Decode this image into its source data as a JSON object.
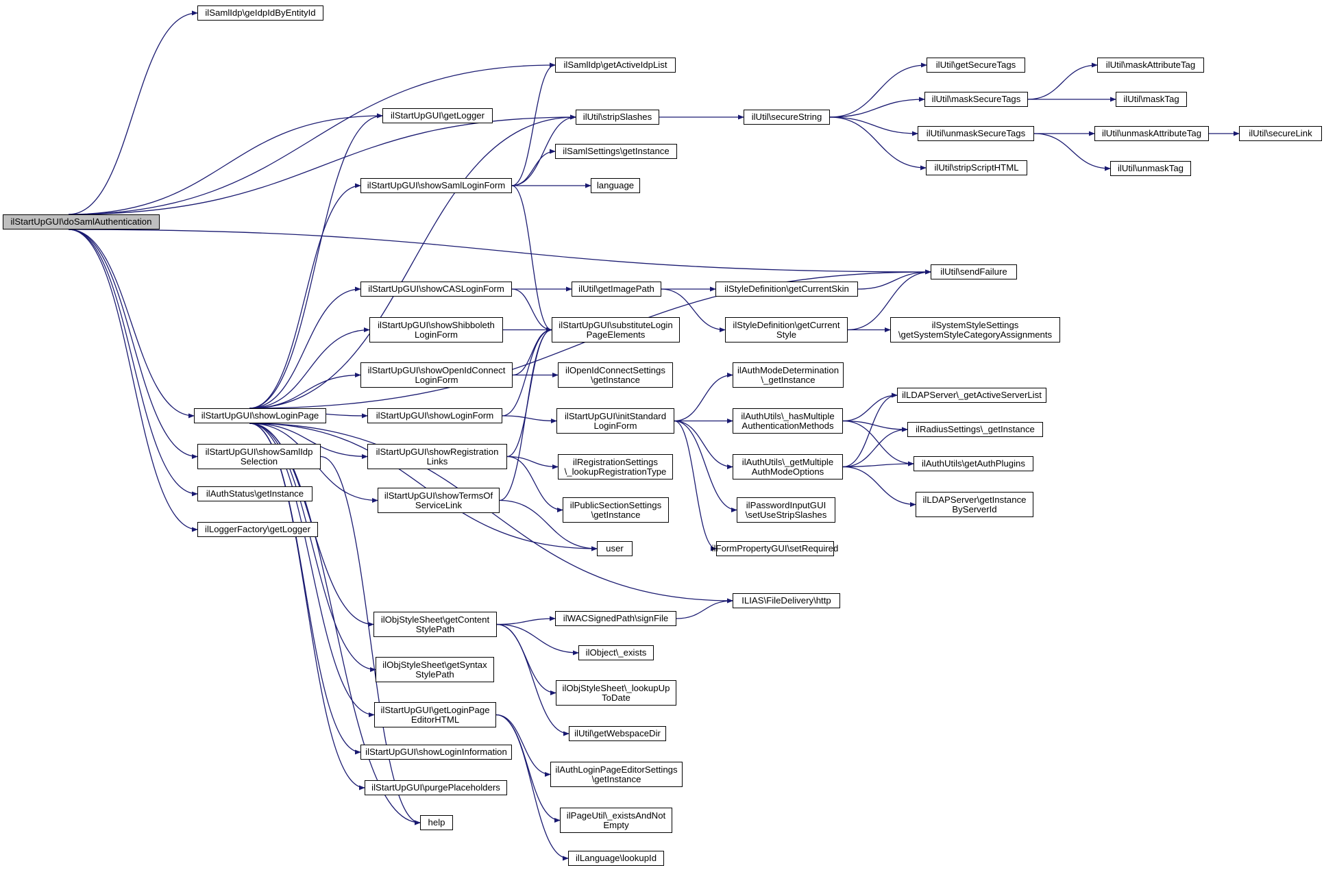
{
  "graph": {
    "colors": {
      "edge": "#191970",
      "node_border": "#000000",
      "root_fill": "#bfbfbf",
      "node_fill": "#ffffff"
    },
    "nodes": [
      {
        "id": "root",
        "lines": [
          "ilStartUpGUI\\doSamlAuthentication"
        ],
        "root": true
      },
      {
        "id": "n1",
        "lines": [
          "ilSamlIdp\\geIdpIdByEntityId"
        ]
      },
      {
        "id": "n2",
        "lines": [
          "ilSamlIdp\\getActiveIdpList"
        ]
      },
      {
        "id": "n3",
        "lines": [
          "ilStartUpGUI\\getLogger"
        ]
      },
      {
        "id": "n4",
        "lines": [
          "ilUtil\\stripSlashes"
        ]
      },
      {
        "id": "n5",
        "lines": [
          "ilSamlSettings\\getInstance"
        ]
      },
      {
        "id": "n6",
        "lines": [
          "ilStartUpGUI\\showSamlLoginForm"
        ]
      },
      {
        "id": "n7",
        "lines": [
          "language"
        ]
      },
      {
        "id": "n8",
        "lines": [
          "ilUtil\\secureString"
        ]
      },
      {
        "id": "n9",
        "lines": [
          "ilUtil\\getSecureTags"
        ]
      },
      {
        "id": "n10",
        "lines": [
          "ilUtil\\maskSecureTags"
        ]
      },
      {
        "id": "n11",
        "lines": [
          "ilUtil\\unmaskSecureTags"
        ]
      },
      {
        "id": "n12",
        "lines": [
          "ilUtil\\stripScriptHTML"
        ]
      },
      {
        "id": "n13",
        "lines": [
          "ilUtil\\maskAttributeTag"
        ]
      },
      {
        "id": "n14",
        "lines": [
          "ilUtil\\maskTag"
        ]
      },
      {
        "id": "n15",
        "lines": [
          "ilUtil\\unmaskAttributeTag"
        ]
      },
      {
        "id": "n16",
        "lines": [
          "ilUtil\\secureLink"
        ]
      },
      {
        "id": "n17",
        "lines": [
          "ilUtil\\unmaskTag"
        ]
      },
      {
        "id": "n18",
        "lines": [
          "ilUtil\\sendFailure"
        ]
      },
      {
        "id": "n19",
        "lines": [
          "ilStartUpGUI\\showCASLoginForm"
        ]
      },
      {
        "id": "n20",
        "lines": [
          "ilUtil\\getImagePath"
        ]
      },
      {
        "id": "n21",
        "lines": [
          "ilStyleDefinition\\getCurrentSkin"
        ]
      },
      {
        "id": "n22",
        "lines": [
          "ilStartUpGUI\\showShibboleth",
          "LoginForm"
        ]
      },
      {
        "id": "n23",
        "lines": [
          "ilStartUpGUI\\substituteLogin",
          "PageElements"
        ]
      },
      {
        "id": "n24",
        "lines": [
          "ilStyleDefinition\\getCurrent",
          "Style"
        ]
      },
      {
        "id": "n25",
        "lines": [
          "ilSystemStyleSettings",
          "\\getSystemStyleCategoryAssignments"
        ]
      },
      {
        "id": "n26",
        "lines": [
          "ilStartUpGUI\\showOpenIdConnect",
          "LoginForm"
        ]
      },
      {
        "id": "n27",
        "lines": [
          "ilOpenIdConnectSettings",
          "\\getInstance"
        ]
      },
      {
        "id": "n28",
        "lines": [
          "ilAuthModeDetermination",
          "\\_getInstance"
        ]
      },
      {
        "id": "n29",
        "lines": [
          "ilLDAPServer\\_getActiveServerList"
        ]
      },
      {
        "id": "n30",
        "lines": [
          "ilStartUpGUI\\showLoginPage"
        ]
      },
      {
        "id": "n31",
        "lines": [
          "ilStartUpGUI\\showLoginForm"
        ]
      },
      {
        "id": "n32",
        "lines": [
          "ilStartUpGUI\\initStandard",
          "LoginForm"
        ]
      },
      {
        "id": "n33",
        "lines": [
          "ilAuthUtils\\_hasMultiple",
          "AuthenticationMethods"
        ]
      },
      {
        "id": "n34",
        "lines": [
          "ilRadiusSettings\\_getInstance"
        ]
      },
      {
        "id": "n35",
        "lines": [
          "ilStartUpGUI\\showSamlIdp",
          "Selection"
        ]
      },
      {
        "id": "n36",
        "lines": [
          "ilStartUpGUI\\showRegistration",
          "Links"
        ]
      },
      {
        "id": "n37",
        "lines": [
          "ilRegistrationSettings",
          "\\_lookupRegistrationType"
        ]
      },
      {
        "id": "n38",
        "lines": [
          "ilAuthUtils\\_getMultiple",
          "AuthModeOptions"
        ]
      },
      {
        "id": "n39",
        "lines": [
          "ilAuthUtils\\getAuthPlugins"
        ]
      },
      {
        "id": "n40",
        "lines": [
          "ilAuthStatus\\getInstance"
        ]
      },
      {
        "id": "n41",
        "lines": [
          "ilStartUpGUI\\showTermsOf",
          "ServiceLink"
        ]
      },
      {
        "id": "n42",
        "lines": [
          "ilPublicSectionSettings",
          "\\getInstance"
        ]
      },
      {
        "id": "n43",
        "lines": [
          "ilLDAPServer\\getInstance",
          "ByServerId"
        ]
      },
      {
        "id": "n44",
        "lines": [
          "ilPasswordInputGUI",
          "\\setUseStripSlashes"
        ]
      },
      {
        "id": "n45",
        "lines": [
          "ilLoggerFactory\\getLogger"
        ]
      },
      {
        "id": "n46",
        "lines": [
          "user"
        ]
      },
      {
        "id": "n47",
        "lines": [
          "ilFormPropertyGUI\\setRequired"
        ]
      },
      {
        "id": "n48",
        "lines": [
          "ILIAS\\FileDelivery\\http"
        ]
      },
      {
        "id": "n49",
        "lines": [
          "ilObjStyleSheet\\getContent",
          "StylePath"
        ]
      },
      {
        "id": "n50",
        "lines": [
          "ilWACSignedPath\\signFile"
        ]
      },
      {
        "id": "n51",
        "lines": [
          "ilObject\\_exists"
        ]
      },
      {
        "id": "n52",
        "lines": [
          "ilObjStyleSheet\\getSyntax",
          "StylePath"
        ]
      },
      {
        "id": "n53",
        "lines": [
          "ilObjStyleSheet\\_lookupUp",
          "ToDate"
        ]
      },
      {
        "id": "n54",
        "lines": [
          "ilStartUpGUI\\getLoginPage",
          "EditorHTML"
        ]
      },
      {
        "id": "n55",
        "lines": [
          "ilUtil\\getWebspaceDir"
        ]
      },
      {
        "id": "n56",
        "lines": [
          "ilStartUpGUI\\showLoginInformation"
        ]
      },
      {
        "id": "n57",
        "lines": [
          "ilAuthLoginPageEditorSettings",
          "\\getInstance"
        ]
      },
      {
        "id": "n58",
        "lines": [
          "ilStartUpGUI\\purgePlaceholders"
        ]
      },
      {
        "id": "n59",
        "lines": [
          "ilPageUtil\\_existsAndNot",
          "Empty"
        ]
      },
      {
        "id": "n60",
        "lines": [
          "help"
        ]
      },
      {
        "id": "n61",
        "lines": [
          "ilLanguage\\lookupId"
        ]
      }
    ],
    "edges": [
      [
        "root",
        "n1"
      ],
      [
        "root",
        "n2"
      ],
      [
        "root",
        "n3"
      ],
      [
        "root",
        "n4"
      ],
      [
        "root",
        "n18"
      ],
      [
        "root",
        "n30"
      ],
      [
        "root",
        "n35"
      ],
      [
        "root",
        "n40"
      ],
      [
        "root",
        "n45"
      ],
      [
        "n6",
        "n2"
      ],
      [
        "n6",
        "n4"
      ],
      [
        "n6",
        "n5"
      ],
      [
        "n6",
        "n7"
      ],
      [
        "n6",
        "n23"
      ],
      [
        "n4",
        "n8"
      ],
      [
        "n8",
        "n9"
      ],
      [
        "n8",
        "n10"
      ],
      [
        "n8",
        "n11"
      ],
      [
        "n8",
        "n12"
      ],
      [
        "n10",
        "n13"
      ],
      [
        "n10",
        "n14"
      ],
      [
        "n11",
        "n15"
      ],
      [
        "n11",
        "n17"
      ],
      [
        "n15",
        "n16"
      ],
      [
        "n19",
        "n20"
      ],
      [
        "n19",
        "n23"
      ],
      [
        "n20",
        "n21"
      ],
      [
        "n20",
        "n24"
      ],
      [
        "n21",
        "n18"
      ],
      [
        "n24",
        "n18"
      ],
      [
        "n24",
        "n25"
      ],
      [
        "n22",
        "n23"
      ],
      [
        "n26",
        "n23"
      ],
      [
        "n26",
        "n27"
      ],
      [
        "n30",
        "n3"
      ],
      [
        "n30",
        "n4"
      ],
      [
        "n30",
        "n6"
      ],
      [
        "n30",
        "n18"
      ],
      [
        "n30",
        "n19"
      ],
      [
        "n30",
        "n22"
      ],
      [
        "n30",
        "n26"
      ],
      [
        "n30",
        "n31"
      ],
      [
        "n30",
        "n36"
      ],
      [
        "n30",
        "n41"
      ],
      [
        "n30",
        "n46"
      ],
      [
        "n30",
        "n48"
      ],
      [
        "n30",
        "n49"
      ],
      [
        "n30",
        "n52"
      ],
      [
        "n30",
        "n54"
      ],
      [
        "n30",
        "n56"
      ],
      [
        "n30",
        "n58"
      ],
      [
        "n30",
        "n60"
      ],
      [
        "n31",
        "n23"
      ],
      [
        "n31",
        "n32"
      ],
      [
        "n32",
        "n28"
      ],
      [
        "n32",
        "n33"
      ],
      [
        "n32",
        "n38"
      ],
      [
        "n32",
        "n44"
      ],
      [
        "n32",
        "n47"
      ],
      [
        "n33",
        "n29"
      ],
      [
        "n33",
        "n34"
      ],
      [
        "n33",
        "n39"
      ],
      [
        "n38",
        "n29"
      ],
      [
        "n38",
        "n34"
      ],
      [
        "n38",
        "n39"
      ],
      [
        "n38",
        "n43"
      ],
      [
        "n35",
        "n60"
      ],
      [
        "n36",
        "n23"
      ],
      [
        "n36",
        "n37"
      ],
      [
        "n36",
        "n42"
      ],
      [
        "n41",
        "n23"
      ],
      [
        "n41",
        "n46"
      ],
      [
        "n49",
        "n50"
      ],
      [
        "n49",
        "n51"
      ],
      [
        "n49",
        "n53"
      ],
      [
        "n49",
        "n55"
      ],
      [
        "n50",
        "n48"
      ],
      [
        "n54",
        "n57"
      ],
      [
        "n54",
        "n59"
      ],
      [
        "n54",
        "n61"
      ]
    ]
  }
}
